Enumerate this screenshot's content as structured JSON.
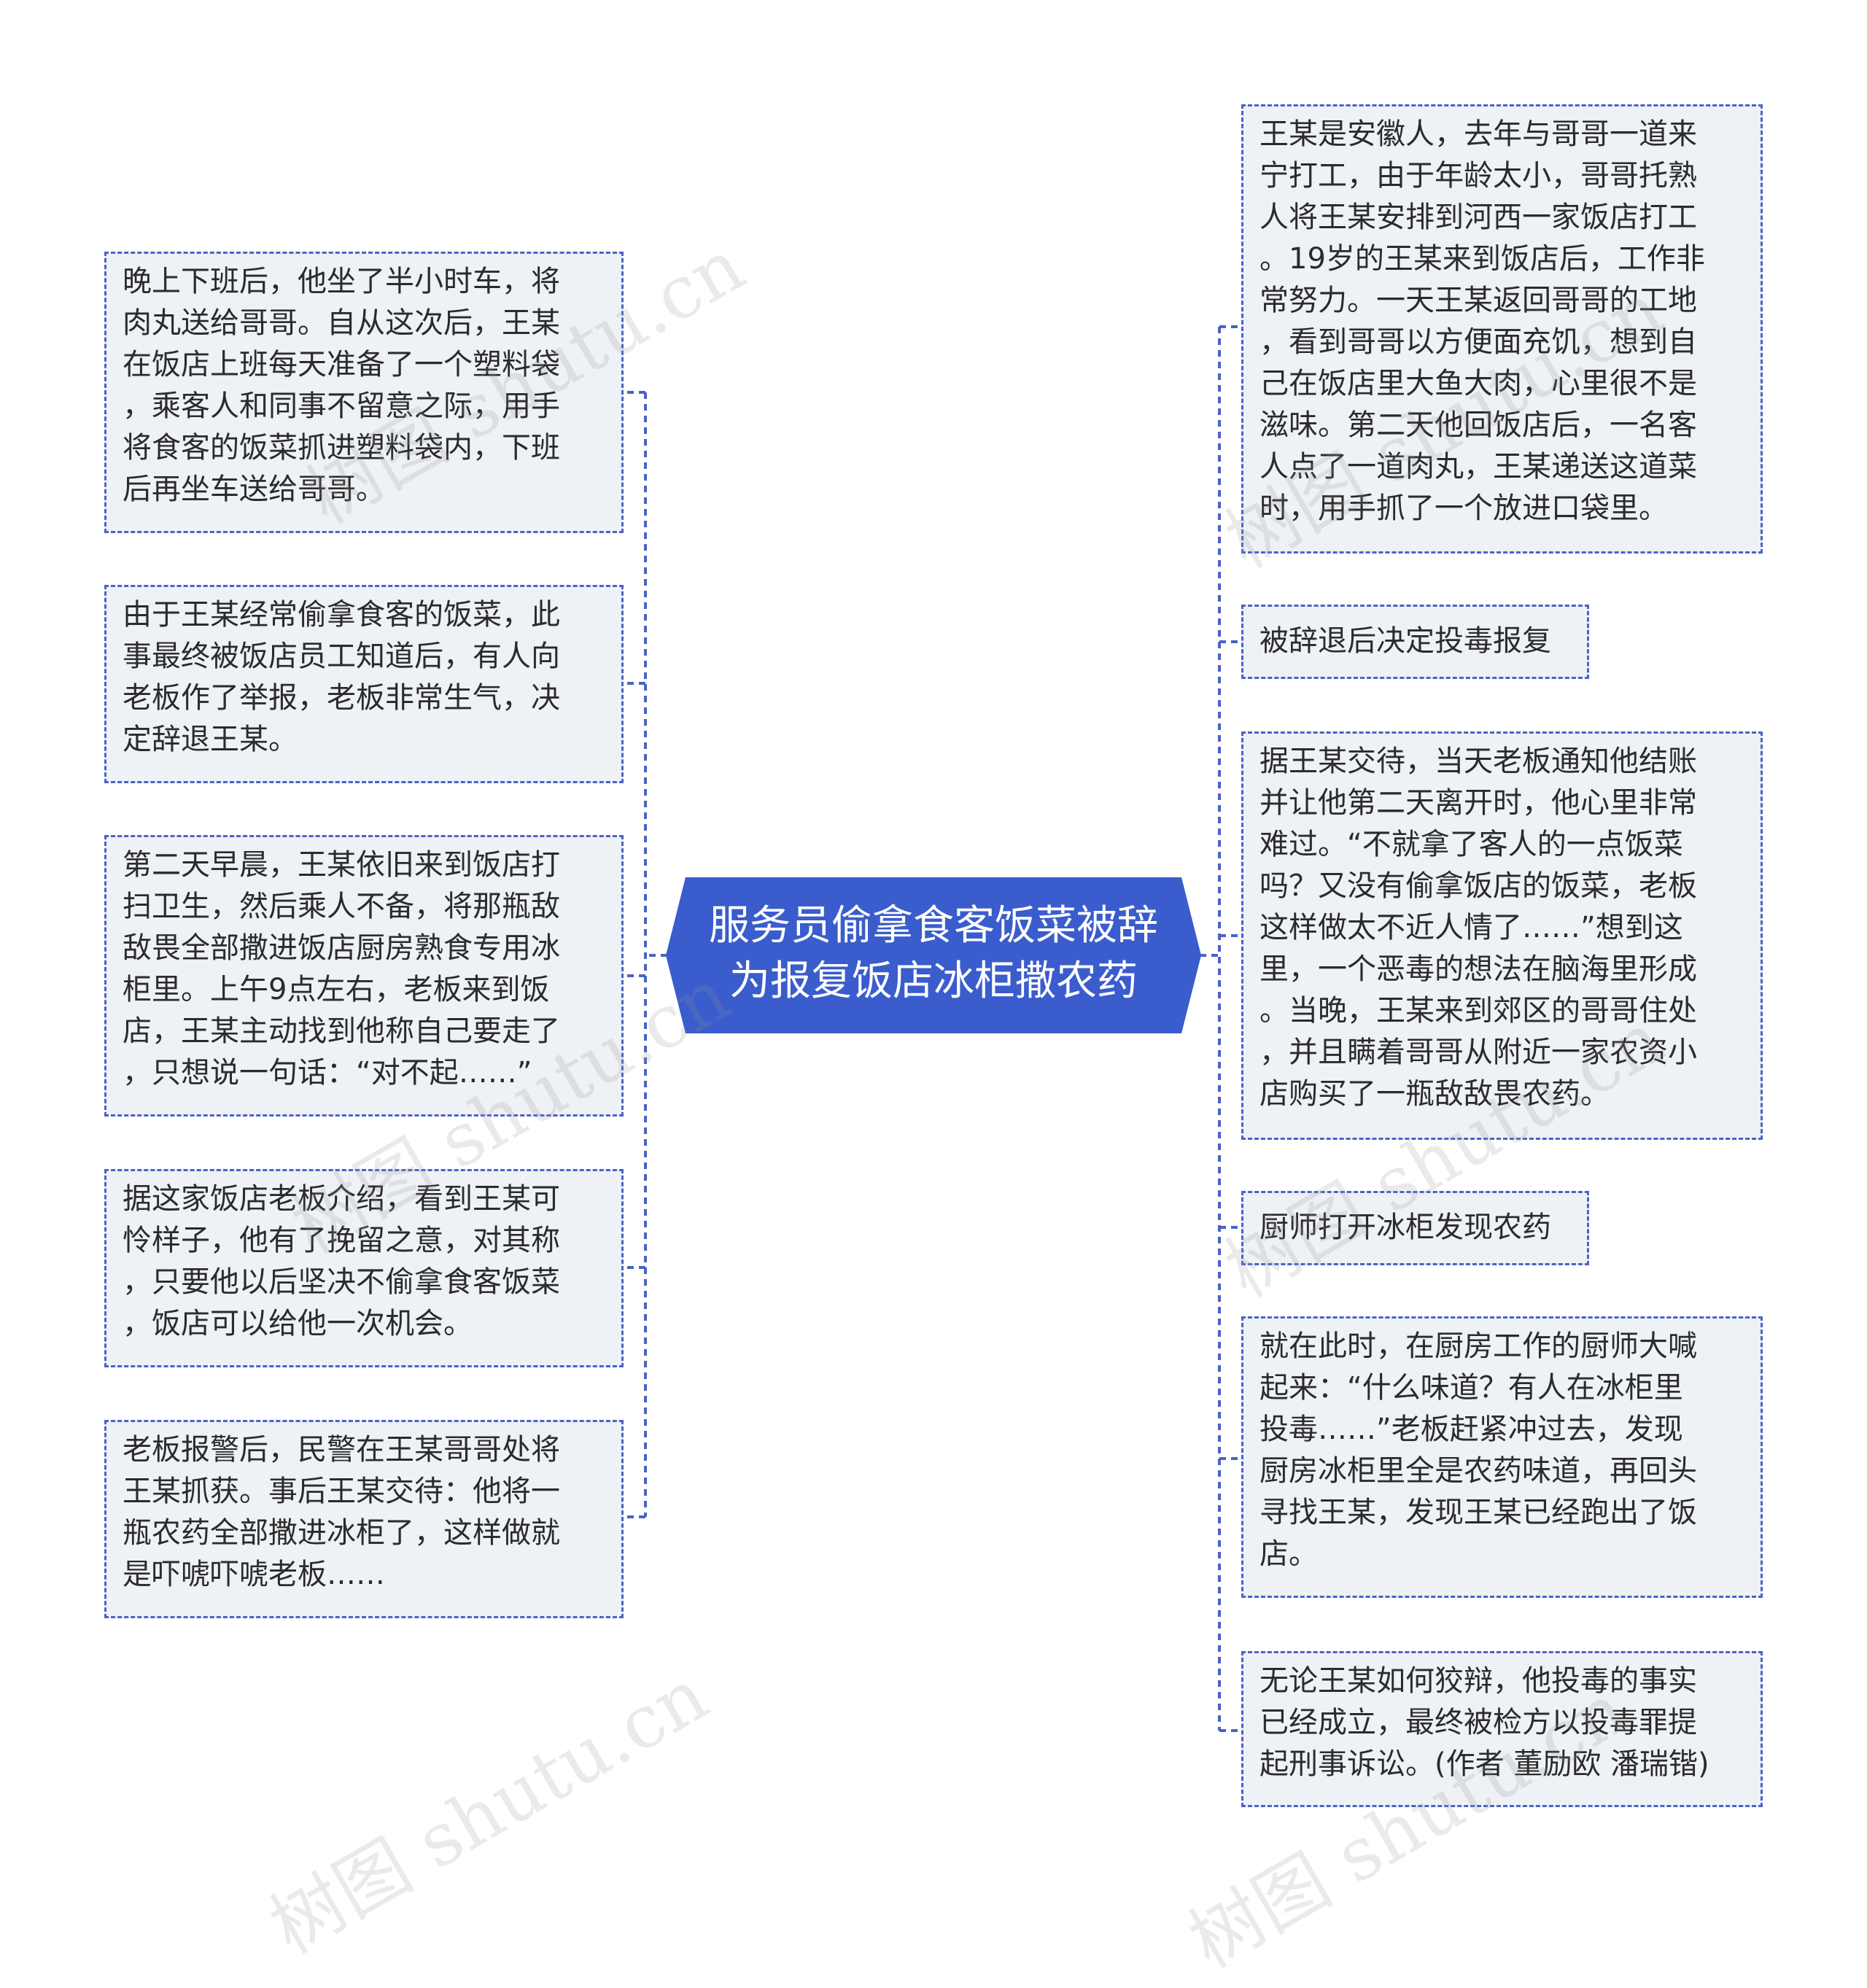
{
  "center": {
    "title": "服务员偷拿食客饭菜被辞\n为报复饭店冰柜撒农药"
  },
  "left_nodes": [
    {
      "text": "晚上下班后，他坐了半小时车，将\n肉丸送给哥哥。自从这次后，王某\n在饭店上班每天准备了一个塑料袋\n，乘客人和同事不留意之际，用手\n将食客的饭菜抓进塑料袋内，下班\n后再坐车送给哥哥。"
    },
    {
      "text": "由于王某经常偷拿食客的饭菜，此\n事最终被饭店员工知道后，有人向\n老板作了举报，老板非常生气，决\n定辞退王某。"
    },
    {
      "text": "第二天早晨，王某依旧来到饭店打\n扫卫生，然后乘人不备，将那瓶敌\n敌畏全部撒进饭店厨房熟食专用冰\n柜里。上午9点左右，老板来到饭\n店，王某主动找到他称自己要走了\n，只想说一句话：“对不起……”"
    },
    {
      "text": "据这家饭店老板介绍，看到王某可\n怜样子，他有了挽留之意，对其称\n，只要他以后坚决不偷拿食客饭菜\n，饭店可以给他一次机会。"
    },
    {
      "text": "老板报警后，民警在王某哥哥处将\n王某抓获。事后王某交待：他将一\n瓶农药全部撒进冰柜了，这样做就\n是吓唬吓唬老板……"
    }
  ],
  "right_nodes": [
    {
      "text": "王某是安徽人，去年与哥哥一道来\n宁打工，由于年龄太小，哥哥托熟\n人将王某安排到河西一家饭店打工\n。19岁的王某来到饭店后，工作非\n常努力。一天王某返回哥哥的工地\n，看到哥哥以方便面充饥，想到自\n己在饭店里大鱼大肉，心里很不是\n滋味。第二天他回饭店后，一名客\n人点了一道肉丸，王某递送这道菜\n时，用手抓了一个放进口袋里。"
    },
    {
      "text": "被辞退后决定投毒报复"
    },
    {
      "text": "据王某交待，当天老板通知他结账\n并让他第二天离开时，他心里非常\n难过。“不就拿了客人的一点饭菜\n吗？又没有偷拿饭店的饭菜，老板\n这样做太不近人情了……”想到这\n里，一个恶毒的想法在脑海里形成\n。当晚，王某来到郊区的哥哥住处\n，并且瞒着哥哥从附近一家农资小\n店购买了一瓶敌敌畏农药。"
    },
    {
      "text": "厨师打开冰柜发现农药"
    },
    {
      "text": "就在此时，在厨房工作的厨师大喊\n起来：“什么味道？有人在冰柜里\n投毒……”老板赶紧冲过去，发现\n厨房冰柜里全是农药味道，再回头\n寻找王某，发现王某已经跑出了饭\n店。"
    },
    {
      "text": "无论王某如何狡辩，他投毒的事实\n已经成立，最终被检方以投毒罪提\n起刑事诉讼。(作者 董励欧 潘瑞锴)"
    }
  ],
  "watermark": {
    "text": "树图 shutu.cn"
  },
  "colors": {
    "accent": "#3a5ccc",
    "node_bg": "#eef1f6",
    "border": "#4a63c8"
  }
}
